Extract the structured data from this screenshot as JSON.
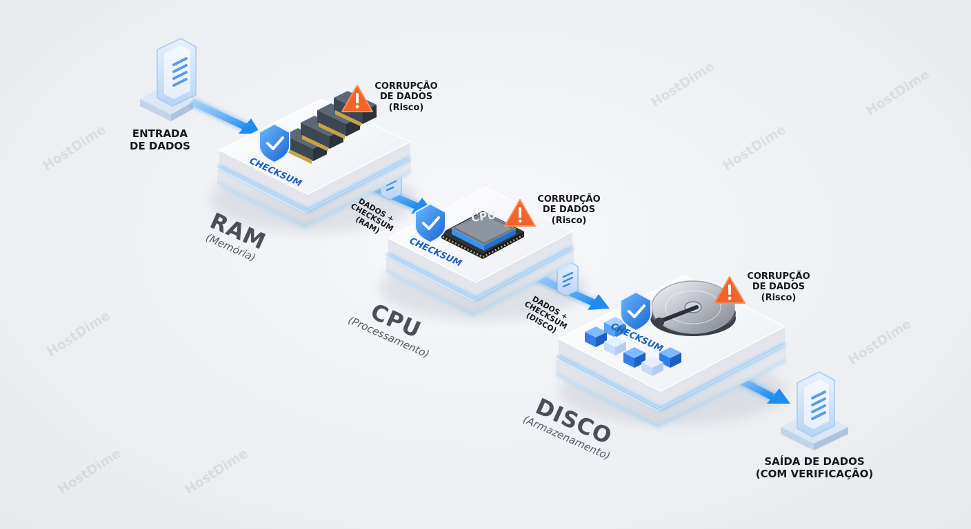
{
  "input": {
    "line1": "ENTRADA",
    "line2": "DE DADOS"
  },
  "output": {
    "line1": "SAÍDA DE DADOS",
    "line2": "(COM VERIFICAÇÃO)"
  },
  "stages": [
    {
      "title": "RAM",
      "subtitle": "(Memória)",
      "checksum": "CHECKSUM",
      "risk": [
        "CORRUPÇÃO",
        "DE DADOS",
        "(Risco)"
      ]
    },
    {
      "title": "CPU",
      "subtitle": "(Processamento)",
      "checksum": "CHECKSUM",
      "chip": "CPU",
      "risk": [
        "CORRUPÇÃO",
        "DE DADOS",
        "(Risco)"
      ]
    },
    {
      "title": "DISCO",
      "subtitle": "(Armazenamento)",
      "checksum": "CHECKSUM",
      "risk": [
        "CORRUPÇÃO",
        "DE DADOS",
        "(Risco)"
      ]
    }
  ],
  "flows": [
    {
      "lines": [
        "DADOS +",
        "CHECKSUM",
        "(RAM)"
      ]
    },
    {
      "lines": [
        "DADOS +",
        "CHECKSUM",
        "(DISCO)"
      ]
    }
  ],
  "watermark": "HostDime",
  "colors": {
    "accent": "#1e8cf0",
    "warning": "#f0642a",
    "shield": "#2b7fe0"
  }
}
